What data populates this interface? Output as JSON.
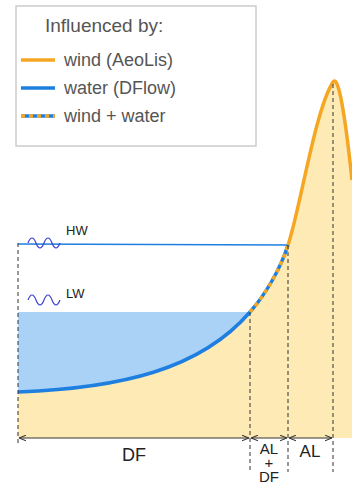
{
  "diagram": {
    "labels": [
      "Influenced by:",
      "HW",
      "LW",
      "DF",
      "AL + DF",
      "AL"
    ],
    "legend": [
      {
        "text": "wind (AeoLis)"
      },
      {
        "text": "water (DFlow)"
      },
      {
        "text": "wind + water"
      }
    ]
  }
}
